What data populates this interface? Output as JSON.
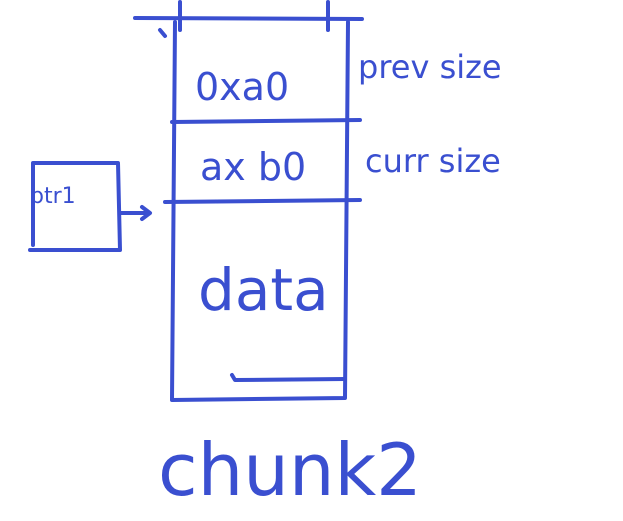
{
  "chunk": {
    "label": "chunk2",
    "fields": [
      {
        "value": "0xa0",
        "annotation": "prev size"
      },
      {
        "value": "ax b0",
        "annotation": "curr size"
      },
      {
        "value": "data",
        "annotation": ""
      }
    ]
  },
  "pointer": {
    "label": "ptr1"
  },
  "colors": {
    "ink": "#3a4fd0"
  }
}
